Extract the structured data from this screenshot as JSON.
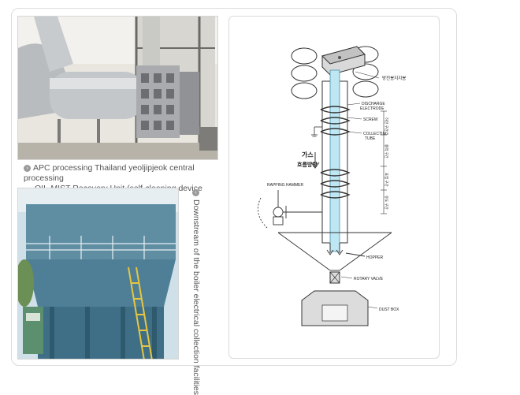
{
  "captions": {
    "photo1_line1": "APC processing Thailand yeoljipjeok central processing",
    "photo1_line2": "OIL-MIST Recovery Unit (self-cleaning device attached)",
    "photo2": "Downstream of the boiler electrical collection facilities"
  },
  "diagram": {
    "label_top_right": "방전봉지지봉",
    "discharge_electrode": "DISCHARGE",
    "discharge_electrode2": "ELECTRODE",
    "screw": "SCREW",
    "collecting_tube": "COLLECTING",
    "collecting_tube2": "TUBE",
    "gas_flow_1": "가스",
    "gas_flow_2": "흐름방향",
    "rapping_hammer": "RAPPING HAMMER",
    "hopper": "HOPPER",
    "rotary_valve": "ROTARY VALVE",
    "dust_box": "DUST BOX",
    "zone1": "하전 구간",
    "zone2": "중력 구간",
    "zone3": "포집 구간",
    "zone4": "유도 구간"
  }
}
